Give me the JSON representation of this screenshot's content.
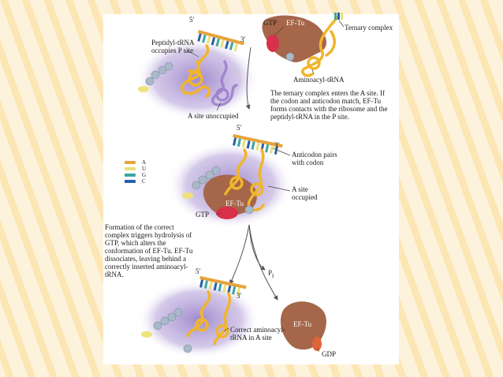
{
  "labels": {
    "five_prime_top": "5′",
    "three_prime_top": "3′",
    "gtp_top": "GTP",
    "eftu_top": "EF-Tu",
    "ternary_complex": "Ternary complex",
    "peptidyl_trna": "Peptidyl-tRNA occupies P site",
    "aminoacyl_trna": "Aminoacyl-tRNA",
    "a_site_unoccupied": "A site unoccupied",
    "ternary_enters": "The ternary complex enters the A site. If the codon and anticodon match, EF-Tu forms contacts with the ribosome and the peptidyl-tRNA in the P site.",
    "five_prime_mid": "5′",
    "three_prime_mid": "3′",
    "anticodon_pairs": "Anticodon pairs with codon",
    "a_site_occupied": "A site occupied",
    "eftu_mid": "EF-Tu",
    "gtp_mid": "GTP",
    "formation": "Formation of the correct complex triggers hydrolysis of GTP, which alters the conformation of EF-Tu. EF-Tu dissociates, leaving behind a correctly inserted aminoacyl-tRNA.",
    "pi": "P",
    "pi_sub": "i",
    "five_prime_bot": "5′",
    "three_prime_bot": "3′",
    "correct_aminoacyl": "Correct aminoacyl-tRNA in A site",
    "eftu_bot": "EF-Tu",
    "gdp": "GDP"
  },
  "nucleotide_key": [
    {
      "letter": "A",
      "color": "#e8a33a"
    },
    {
      "letter": "U",
      "color": "#e9e07a"
    },
    {
      "letter": "G",
      "color": "#3aa8a0"
    },
    {
      "letter": "C",
      "color": "#2a5fa8"
    }
  ],
  "colors": {
    "ribosome": "#b7a4d6",
    "trna": "#f1b52b",
    "eftu": "#a5664a",
    "gtp": "#d9304b",
    "gdp": "#e0643a",
    "peptide": "#aab9c8",
    "stripe": "#fbe6b4",
    "background": "#fdf3dd"
  }
}
